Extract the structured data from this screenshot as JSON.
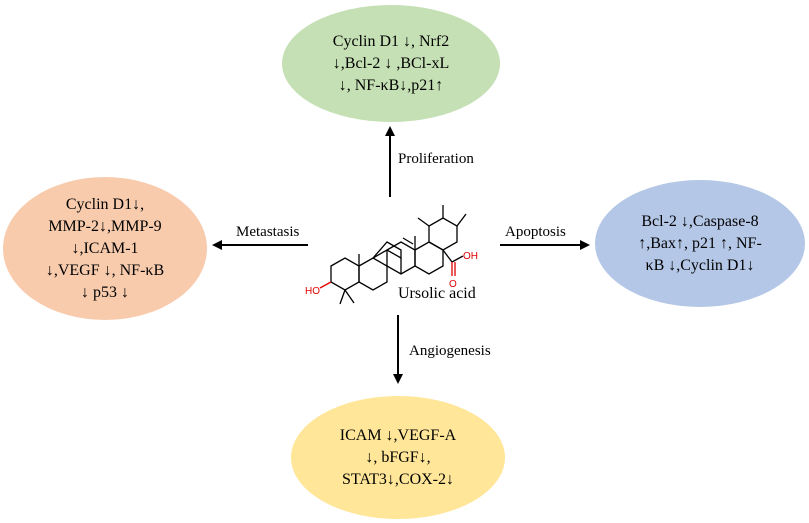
{
  "center": {
    "label": "Ursolic acid"
  },
  "processes": {
    "proliferation": {
      "label": "Proliferation",
      "markers": "Cyclin D1 ↓, Nrf2\n↓,Bcl-2 ↓ ,BCl-xL\n↓, NF-κB↓,p21↑",
      "color": "#c5e0b4"
    },
    "metastasis": {
      "label": "Metastasis",
      "markers": "Cyclin D1↓,\nMMP-2↓,MMP-9\n↓,ICAM-1\n↓,VEGF ↓, NF-κB\n↓ p53 ↓",
      "color": "#f8cbad"
    },
    "apoptosis": {
      "label": "Apoptosis",
      "markers": "Bcl-2 ↓,Caspase-8\n↑,Bax↑, p21 ↑, NF-\nκB ↓,Cyclin D1↓",
      "color": "#b4c7e7"
    },
    "angiogenesis": {
      "label": "Angiogenesis",
      "markers": "ICAM ↓,VEGF-A\n↓, bFGF↓,\nSTAT3↓,COX-2↓",
      "color": "#ffe699"
    }
  },
  "molecule": {
    "oh_label": "HO",
    "acid_label": "OH",
    "carbonyl_label": "O"
  }
}
